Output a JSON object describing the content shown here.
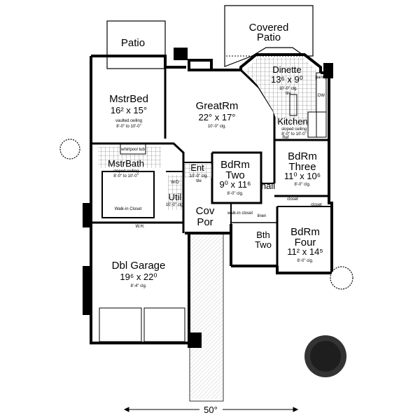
{
  "rooms": {
    "patio": {
      "name": "Patio"
    },
    "covered_patio": {
      "name": "Covered",
      "name2": "Patio"
    },
    "mstr_bed": {
      "name": "MstrBed",
      "dims": "16² x 15°",
      "note1": "vaulted ceiling",
      "note2": "8'-0\" to 10'-0\""
    },
    "great_rm": {
      "name": "GreatRm",
      "dims": "22° x 17°",
      "note1": "10'-0\" clg."
    },
    "dinette": {
      "name": "Dinette",
      "dims": "13⁶ x 9⁰",
      "note1": "10'-0\" clg.",
      "note2": "tile"
    },
    "kitchen": {
      "name": "Kitchen",
      "note1": "sloped ceiling",
      "note2": "8'-0\" to 10'-0\""
    },
    "mstr_bath": {
      "name": "MstrBath",
      "note1": "sloped ceiling",
      "note2": "8'-0\" to 10'-0\""
    },
    "walk_in_closet": {
      "name": "Walk-in Closet"
    },
    "ent": {
      "name": "Ent",
      "note1": "10'-0\" clg.",
      "note2": "tile"
    },
    "bdrm_two": {
      "name": "BdRm",
      "name2": "Two",
      "dims": "9⁰ x 11⁶",
      "note1": "8'-0\" clg."
    },
    "bdrm_three": {
      "name": "BdRm",
      "name2": "Three",
      "dims": "11⁰ x 10⁶",
      "note1": "8'-0\" clg."
    },
    "bdrm_four": {
      "name": "BdRm",
      "name2": "Four",
      "dims": "11² x 14⁵",
      "note1": "8'-0\" clg."
    },
    "util": {
      "name": "Util",
      "note1": "10'-0\" clg."
    },
    "cov_por": {
      "name": "Cov",
      "name2": "Por"
    },
    "hall": {
      "name": "hall"
    },
    "bth_two": {
      "name": "Bth",
      "name2": "Two"
    },
    "dbl_garage": {
      "name": "Dbl Garage",
      "dims": "19⁶ x 22⁰",
      "note1": "8'-4\" clg."
    }
  },
  "fixtures": {
    "whirlpool": "whirlpool tub",
    "pantry": "pantry",
    "dw": "DW",
    "ref": "Ref",
    "closet1": "closet",
    "closet2": "closet",
    "linen": "linen",
    "walk_in": "walk-in closet",
    "wh": "W.H.",
    "wd": "W/D"
  },
  "overall_width": "50°"
}
